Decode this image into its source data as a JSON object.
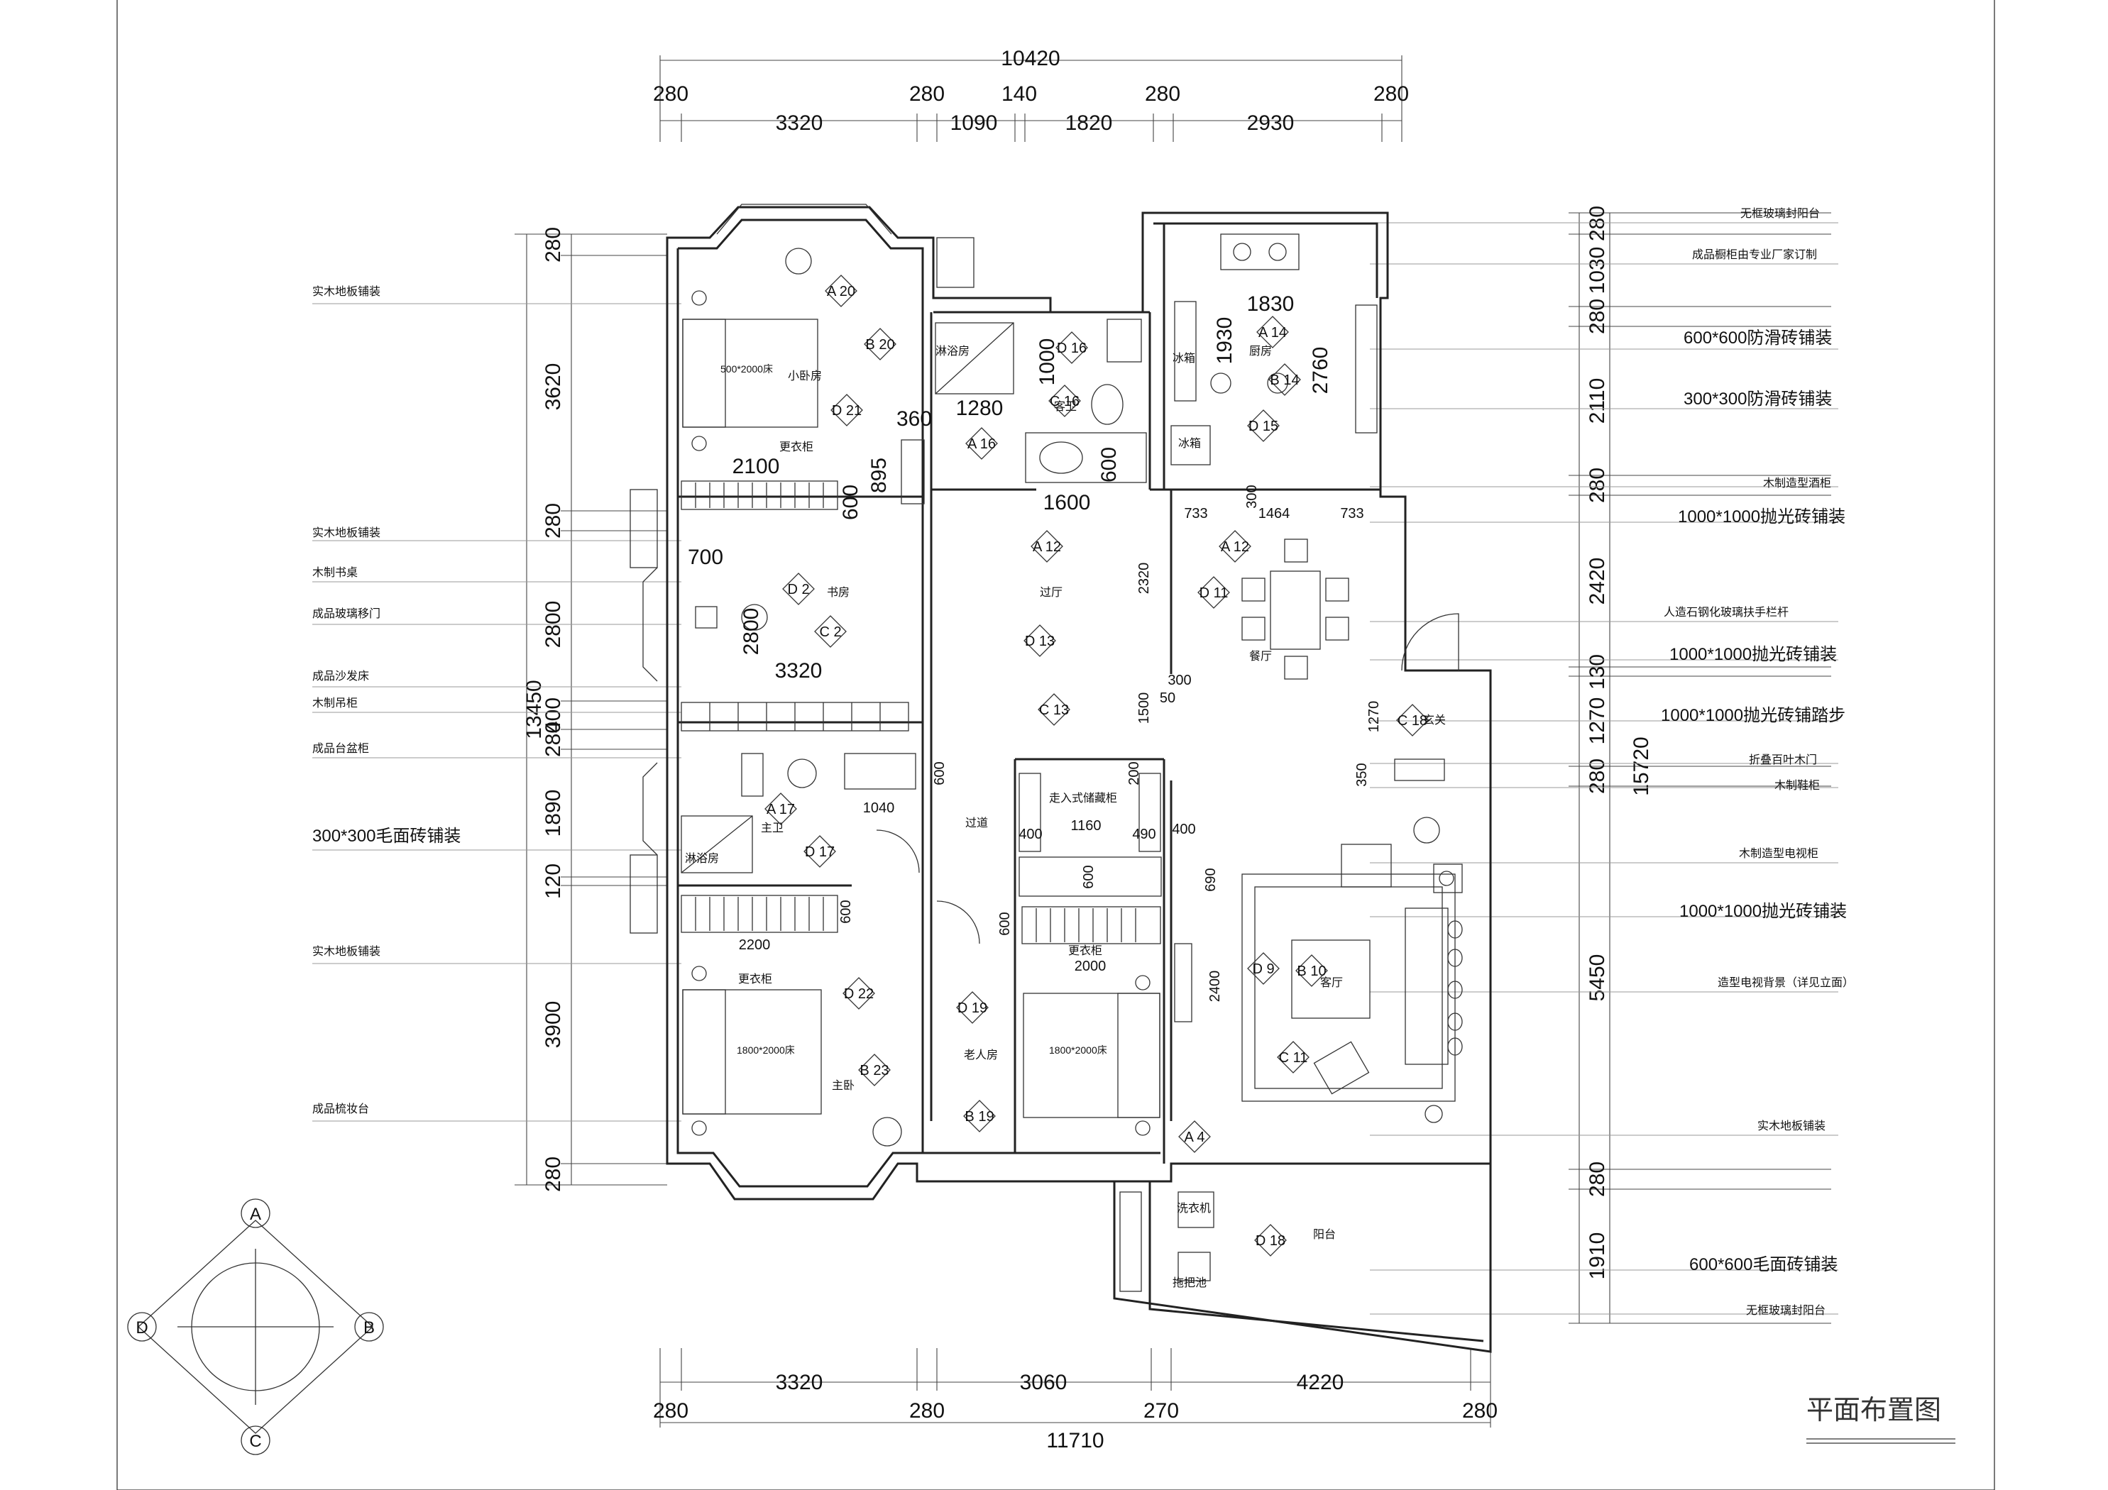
{
  "drawing_title": "平面布置图",
  "top_dims": {
    "total": "10420",
    "row1": [
      "280",
      "280",
      "140",
      "280",
      "280"
    ],
    "row2": [
      "3320",
      "1090",
      "1820",
      "2930"
    ]
  },
  "bottom_dims": {
    "row1": [
      "3320",
      "3060",
      "4220"
    ],
    "row2": [
      "280",
      "280",
      "270",
      "280"
    ],
    "total": "11710"
  },
  "left_dims": {
    "total": "13450",
    "segments": [
      "280",
      "3620",
      "280",
      "2800",
      "400",
      "280",
      "1890",
      "120",
      "3900",
      "280"
    ]
  },
  "right_dims": {
    "total": "15720",
    "segments": [
      "280",
      "1030",
      "280",
      "2110",
      "280",
      "2420",
      "130",
      "1270",
      "280",
      "5450",
      "280",
      "1910"
    ]
  },
  "left_notes": [
    "实木地板铺装",
    "实木地板铺装",
    "木制书桌",
    "成品玻璃移门",
    "成品沙发床",
    "木制吊柜",
    "成品台盆柜",
    "300*300毛面砖铺装",
    "实木地板铺装",
    "成品梳妆台"
  ],
  "right_notes": [
    "无框玻璃封阳台",
    "成品橱柜由专业厂家订制",
    "600*600防滑砖铺装",
    "300*300防滑砖铺装",
    "木制造型酒柜",
    "1000*1000抛光砖铺装",
    "人造石钢化玻璃扶手栏杆",
    "1000*1000抛光砖铺装",
    "1000*1000抛光砖铺踏步",
    "折叠百叶木门",
    "木制鞋柜",
    "木制造型电视柜",
    "1000*1000抛光砖铺装",
    "造型电视背景（详见立面）",
    "实木地板铺装",
    "600*600毛面砖铺装",
    "无框玻璃封阳台"
  ],
  "rooms": {
    "small_bedroom": "小卧房",
    "shower1": "淋浴房",
    "guest_wc": "客卫",
    "kitchen": "厨房",
    "fridge": "冰箱",
    "fridge2": "冰箱",
    "wardrobe1": "更衣柜",
    "study": "书房",
    "corridor_hall": "过厅",
    "dining": "餐厅",
    "entrance": "玄关",
    "master_wc": "主卫",
    "shower2": "淋浴房",
    "aisle": "过道",
    "walkin": "走入式储藏柜",
    "wardrobe2": "更衣柜",
    "wardrobe3": "更衣柜",
    "master": "主卧",
    "elder": "老人房",
    "living": "客厅",
    "balcony": "阳台",
    "washer": "洗衣机",
    "mop": "拖把池"
  },
  "bed_labels": {
    "b1": "500*2000床",
    "b2": "1800*2000床",
    "b3": "1800*2000床"
  },
  "inner_dims": [
    "1830",
    "1930",
    "2760",
    "1000",
    "1280",
    "360",
    "600",
    "2100",
    "895",
    "600",
    "1600",
    "733",
    "1464",
    "733",
    "300",
    "700",
    "2800",
    "3320",
    "2320",
    "1500",
    "50",
    "300",
    "1270",
    "350",
    "600",
    "1040",
    "400",
    "1160",
    "490",
    "200",
    "400",
    "600",
    "690",
    "2200",
    "600",
    "600",
    "2000",
    "2400"
  ],
  "view_tags": [
    "A 20",
    "D 21",
    "B 20",
    "D 16",
    "C 16",
    "A 16",
    "A 14",
    "D 15",
    "B 14",
    "A 12",
    "D 11",
    "A 12",
    "D 13",
    "C 13",
    "D 2",
    "C 2",
    "A 17",
    "D 17",
    "C 18",
    "D 9",
    "B 10",
    "C 11",
    "D 22",
    "B 23",
    "D 19",
    "B 19",
    "D 18",
    "A 4"
  ],
  "compass": [
    "A",
    "B",
    "C",
    "D"
  ]
}
